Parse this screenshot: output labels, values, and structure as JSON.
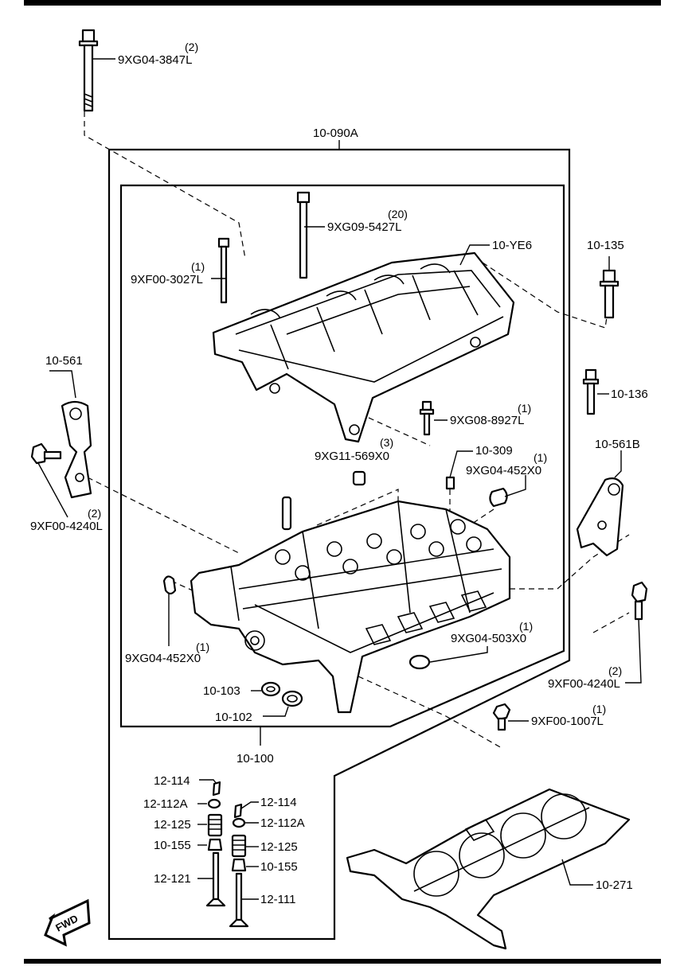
{
  "labels": {
    "bolt_top": "9XG04-3847L",
    "bolt_top_qty": "(2)",
    "assembly": "10-090A",
    "bolt_9xg09": "9XG09-5427L",
    "bolt_9xg09_qty": "(20)",
    "cam_carrier": "10-YE6",
    "bolt_9xf00_3027": "9XF00-3027L",
    "bolt_9xf00_3027_qty": "(1)",
    "part_10_135": "10-135",
    "part_10_561": "10-561",
    "part_10_136": "10-136",
    "bolt_9xg08": "9XG08-8927L",
    "bolt_9xg08_qty": "(1)",
    "dowel_9xg11": "9XG11-569X0",
    "dowel_9xg11_qty": "(3)",
    "part_10_309": "10-309",
    "plug_9xg04_452_right": "9XG04-452X0",
    "plug_9xg04_452_right_qty": "(1)",
    "part_10_561b": "10-561B",
    "bolt_9xf00_4240_left": "9XF00-4240L",
    "bolt_9xf00_4240_left_qty": "(2)",
    "plug_9xg04_452_left": "9XG04-452X0",
    "plug_9xg04_452_left_qty": "(1)",
    "plug_9xg04_503": "9XG04-503X0",
    "plug_9xg04_503_qty": "(1)",
    "part_10_103": "10-103",
    "part_10_102": "10-102",
    "bolt_9xf00_4240_right": "9XF00-4240L",
    "bolt_9xf00_4240_right_qty": "(2)",
    "bolt_9xf00_1007": "9XF00-1007L",
    "bolt_9xf00_1007_qty": "(1)",
    "head_assembly": "10-100",
    "part_12_114_a": "12-114",
    "part_12_112a_a": "12-112A",
    "part_12_125_a": "12-125",
    "part_10_155_a": "10-155",
    "part_12_121": "12-121",
    "part_12_114_b": "12-114",
    "part_12_112a_b": "12-112A",
    "part_12_125_b": "12-125",
    "part_10_155_b": "10-155",
    "part_12_111": "12-111",
    "part_10_271": "10-271",
    "fwd": "FWD"
  }
}
